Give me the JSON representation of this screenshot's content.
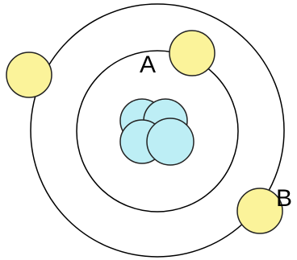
{
  "labels": {
    "a": "A",
    "b": "B"
  },
  "colors": {
    "background": "#ffffff",
    "orbit_stroke": "#000000",
    "electron_fill": "#fbf39a",
    "electron_stroke": "#222222",
    "nucleus_fill": "#bdeef5",
    "nucleus_stroke": "#222222"
  },
  "diagram": {
    "orbits": 2,
    "electrons_inner": 1,
    "electrons_outer": 2,
    "nucleus_particles": 4
  }
}
